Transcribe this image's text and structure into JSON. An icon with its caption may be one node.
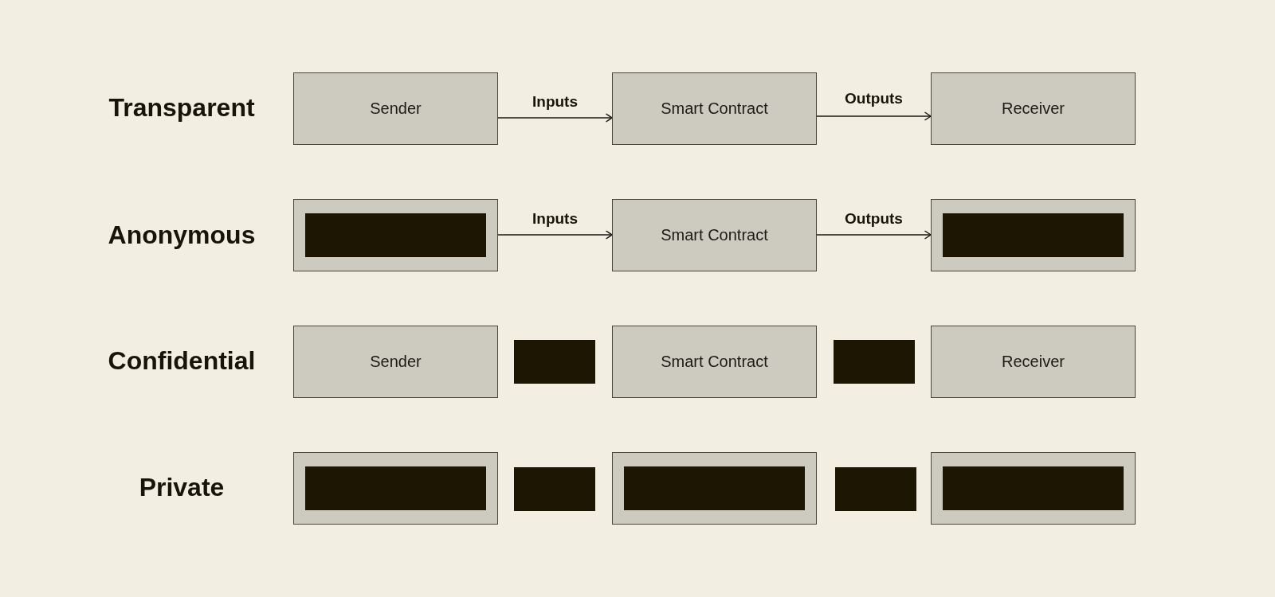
{
  "diagram": {
    "nodes": [
      {
        "text": [
          "Sender"
        ]
      },
      {
        "text": [
          "Smart Contract"
        ]
      },
      {
        "text": [
          "Receiver"
        ]
      },
      {
        "text": [],
        "shape": "box"
      },
      {
        "text": [],
        "shape": "bar",
        "in": 3
      },
      {
        "text": [
          "Smart Contract"
        ]
      },
      {
        "text": [],
        "shape": "box"
      },
      {
        "text": [],
        "shape": "bar",
        "in": 6
      },
      {
        "text": [
          "Sender"
        ]
      },
      {
        "text": [],
        "shape": "bar"
      },
      {
        "text": [
          "Smart Contract"
        ]
      },
      {
        "text": [],
        "shape": "bar"
      },
      {
        "text": [
          "Receiver"
        ]
      },
      {
        "text": [],
        "shape": "box"
      },
      {
        "text": [],
        "shape": "bar",
        "in": 13
      },
      {
        "text": [],
        "shape": "bar"
      },
      {
        "text": [],
        "shape": "box"
      },
      {
        "text": [],
        "shape": "bar",
        "in": 16
      },
      {
        "text": [],
        "shape": "bar"
      },
      {
        "text": [],
        "shape": "box"
      },
      {
        "text": [],
        "shape": "bar",
        "in": 19
      }
    ],
    "edges": [
      {
        "from": 0,
        "to": 1,
        "arrow": "to",
        "label": "Inputs"
      },
      {
        "from": 1,
        "to": 2,
        "arrow": "to",
        "label": "Outputs"
      },
      {
        "from": 3,
        "to": 5,
        "arrow": "to",
        "label": "Inputs"
      },
      {
        "from": 5,
        "to": 6,
        "arrow": "to",
        "label": "Outputs"
      }
    ],
    "labels": [
      "Transparent",
      "Anonymous",
      "Confidential",
      "Private"
    ]
  }
}
